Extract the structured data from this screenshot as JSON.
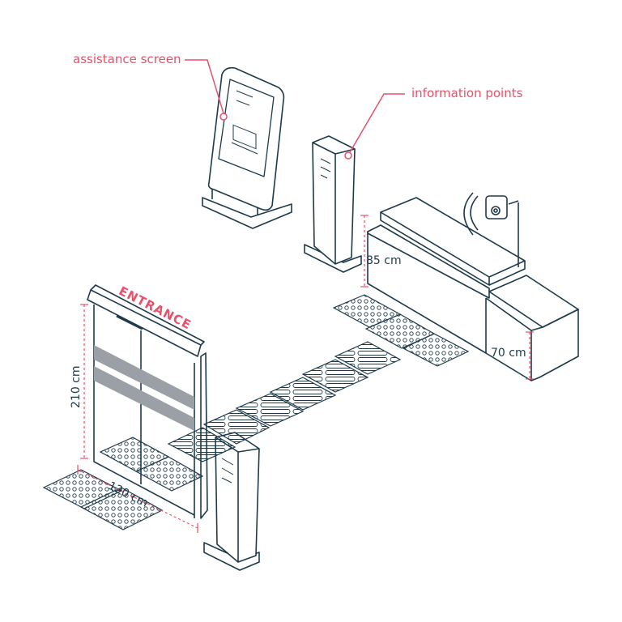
{
  "labels": {
    "assistance_screen": "assistance screen",
    "information_points": "information points",
    "entrance": "ENTRANCE"
  },
  "dimensions": {
    "door_height": "210 cm",
    "door_width": "120 cm",
    "counter_high": "85 cm",
    "counter_low": "70 cm"
  },
  "colors": {
    "line": "#1e3a4a",
    "accent": "#e8516a",
    "door_stripe": "#9aa0a6"
  }
}
